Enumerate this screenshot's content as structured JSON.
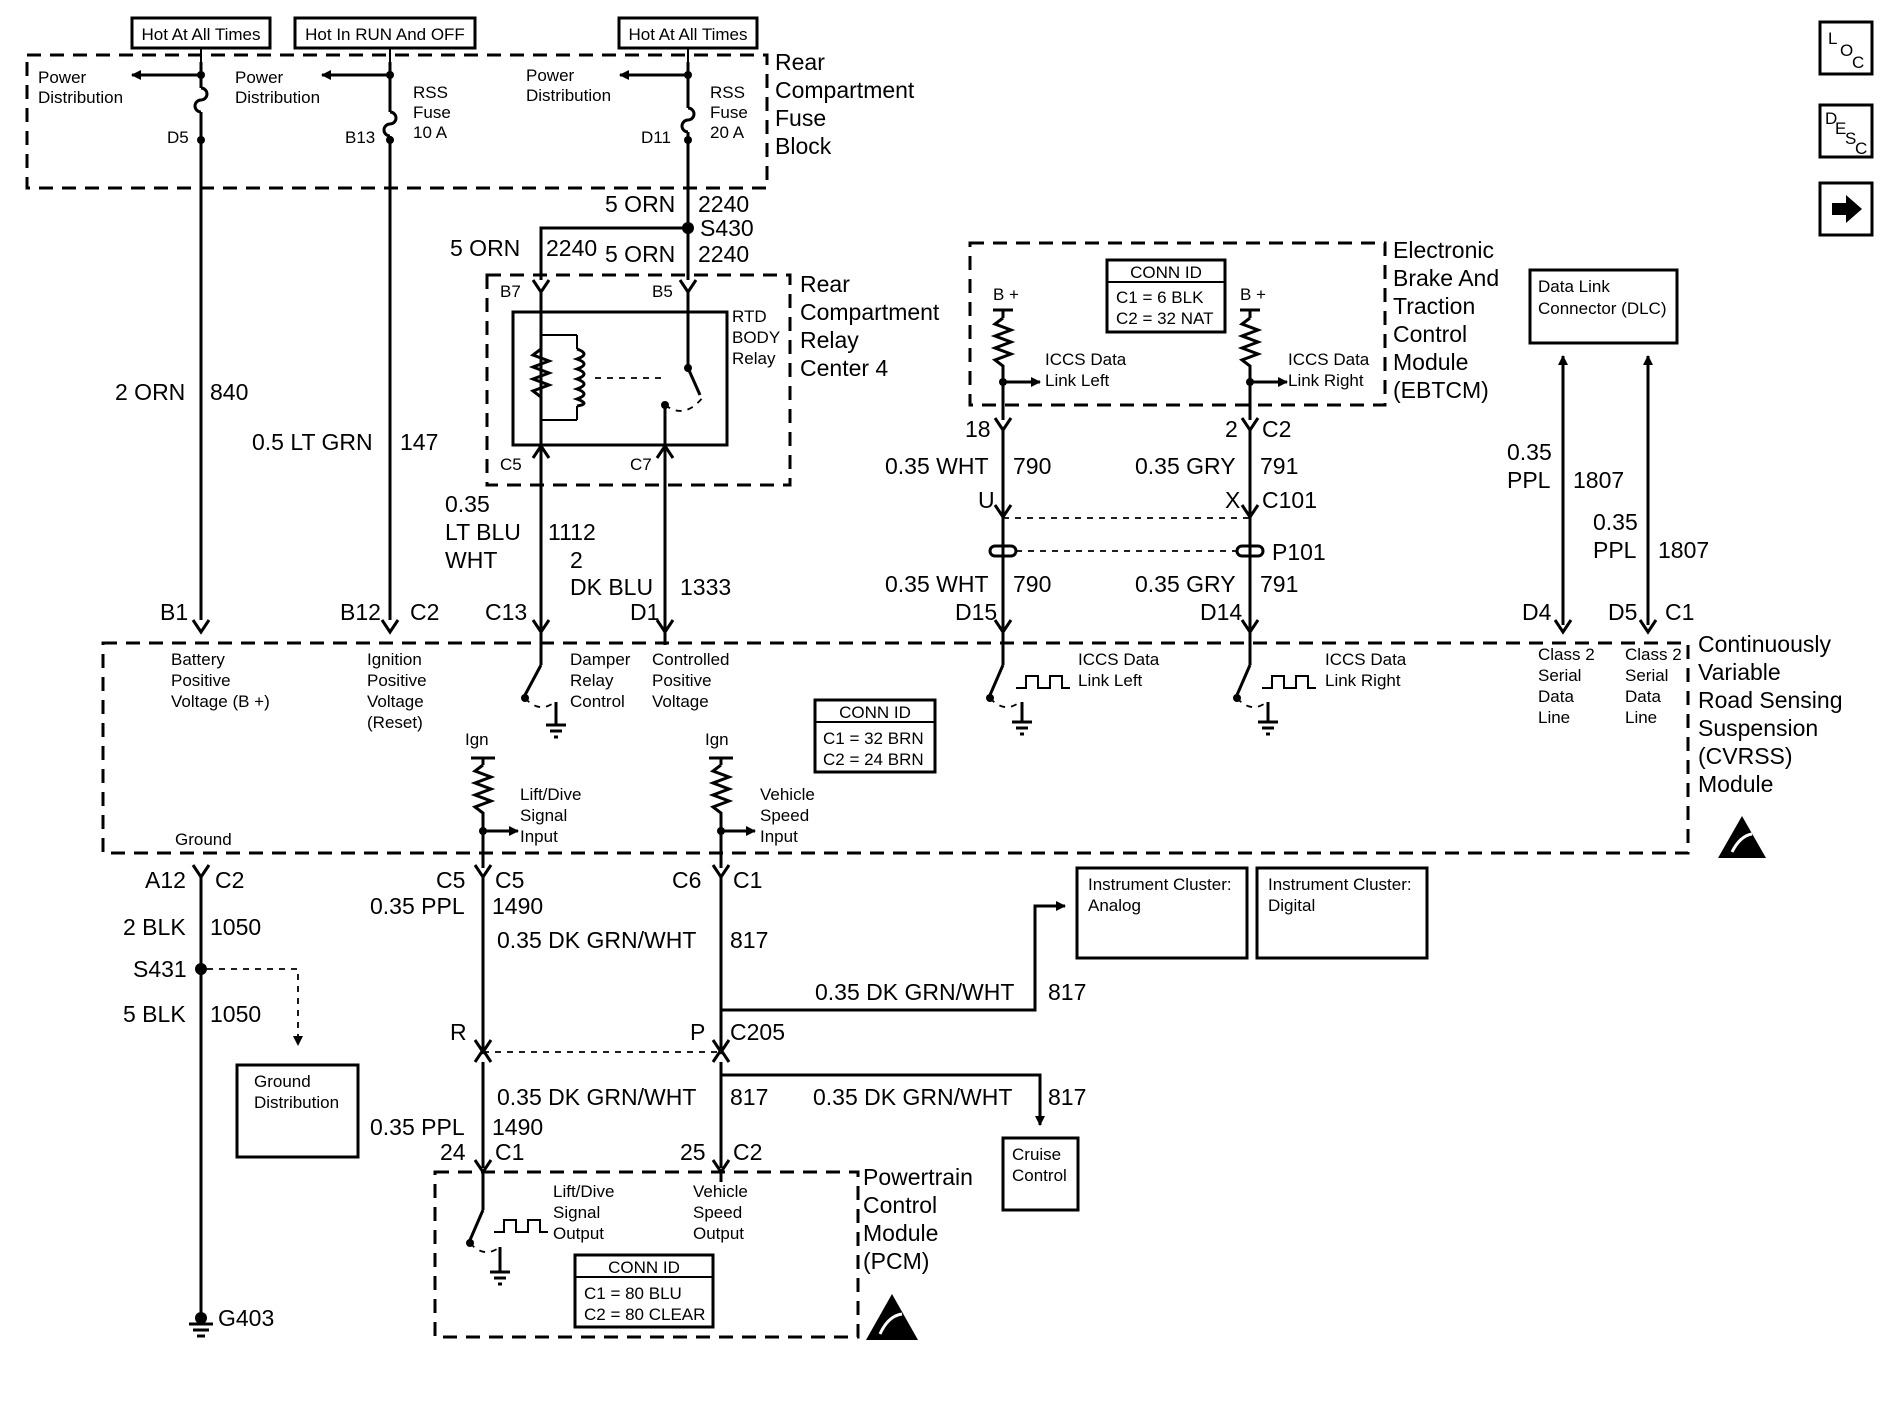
{
  "top_labels": {
    "hot1": "Hot At All Times",
    "hot2": "Hot In RUN And OFF",
    "hot3": "Hot At All Times"
  },
  "fuse_block": {
    "title": [
      "Rear",
      "Compartment",
      "Fuse",
      "Block"
    ],
    "power_dist": [
      "Power",
      "Distribution"
    ],
    "rss_fuse_1": [
      "RSS",
      "Fuse",
      "10 A"
    ],
    "rss_fuse_2": [
      "RSS",
      "Fuse",
      "20 A"
    ],
    "pins": {
      "d5": "D5",
      "b13": "B13",
      "d11": "D11"
    }
  },
  "wires_top": {
    "orn5_a": "5 ORN",
    "c2240_a": "2240",
    "s430": "S430",
    "orn5_b": "5 ORN",
    "c2240_b": "2240",
    "orn5_c": "5 ORN",
    "c2240_c": "2240",
    "orn2": "2 ORN",
    "c840": "840",
    "ltgrn": "0.5 LT GRN",
    "c147": "147"
  },
  "relay_center": {
    "title": [
      "Rear",
      "Compartment",
      "Relay",
      "Center 4"
    ],
    "relay": [
      "RTD",
      "BODY",
      "Relay"
    ],
    "pins": {
      "b7": "B7",
      "b5": "B5",
      "c5": "C5",
      "c7": "C7"
    }
  },
  "relay_wires": {
    "ltblu": [
      "0.35",
      "LT BLU",
      "WHT"
    ],
    "c1112": "1112",
    "dkblu_size": "2",
    "dkblu": "DK BLU",
    "c1333": "1333"
  },
  "ebtcm": {
    "title": [
      "Electronic",
      "Brake And",
      "Traction",
      "Control",
      "Module",
      "(EBTCM)"
    ],
    "conn_id": "CONN ID",
    "conn_c1": "C1 = 6 BLK",
    "conn_c2": "C2 = 32 NAT",
    "bplus": "B +",
    "left_label": [
      "ICCS Data",
      "Link Left"
    ],
    "right_label": [
      "ICCS Data",
      "Link Right"
    ],
    "pin18": "18",
    "pin2": "2",
    "c2": "C2"
  },
  "iccs_wires": {
    "wht_a": "0.35 WHT",
    "c790_a": "790",
    "gry_a": "0.35 GRY",
    "c791_a": "791",
    "u": "U",
    "x": "X",
    "c101": "C101",
    "p101": "P101",
    "wht_b": "0.35 WHT",
    "c790_b": "790",
    "gry_b": "0.35 GRY",
    "c791_b": "791"
  },
  "dlc": {
    "label": [
      "Data Link",
      "Connector (DLC)"
    ],
    "ppl_a": [
      "0.35",
      "PPL"
    ],
    "c1807_a": "1807",
    "ppl_b": [
      "0.35",
      "PPL"
    ],
    "c1807_b": "1807"
  },
  "cvrss": {
    "title": [
      "Continuously",
      "Variable",
      "Road Sensing",
      "Suspension",
      "(CVRSS)",
      "Module"
    ],
    "pins": {
      "b1": "B1",
      "b12": "B12",
      "c2": "C2",
      "c13": "C13",
      "d1": "D1",
      "d15": "D15",
      "d14": "D14",
      "d4": "D4",
      "d5": "D5",
      "c1": "C1"
    },
    "batt": [
      "Battery",
      "Positive",
      "Voltage (B +)"
    ],
    "ign": [
      "Ignition",
      "Positive",
      "Voltage",
      "(Reset)"
    ],
    "damper": [
      "Damper",
      "Relay",
      "Control"
    ],
    "controlled": [
      "Controlled",
      "Positive",
      "Voltage"
    ],
    "iccs_left": [
      "ICCS Data",
      "Link Left"
    ],
    "iccs_right": [
      "ICCS Data",
      "Link Right"
    ],
    "class2_a": [
      "Class 2",
      "Serial",
      "Data",
      "Line"
    ],
    "class2_b": [
      "Class 2",
      "Serial",
      "Data",
      "Line"
    ],
    "conn_id": "CONN ID",
    "conn_c1": "C1 = 32 BRN",
    "conn_c2": "C2 = 24 BRN",
    "ign_a": "Ign",
    "ign_b": "Ign",
    "liftdive": [
      "Lift/Dive",
      "Signal",
      "Input"
    ],
    "vspeed": [
      "Vehicle",
      "Speed",
      "Input"
    ],
    "ground": "Ground",
    "a12": "A12",
    "c2b": "C2",
    "c5": "C5",
    "c6": "C6",
    "c1b": "C1"
  },
  "lower_wires": {
    "blk2": "2 BLK",
    "c1050_a": "1050",
    "s431": "S431",
    "blk5": "5 BLK",
    "c1050_b": "1050",
    "ppl_a": "0.35 PPL",
    "c1490_a": "1490",
    "dkgrn_a": "0.35 DK GRN/WHT",
    "c817_a": "817",
    "dkgrn_b": "0.35 DK GRN/WHT",
    "c817_b": "817",
    "r": "R",
    "p": "P",
    "c205": "C205",
    "dkgrn_c": "0.35 DK GRN/WHT",
    "c817_c": "817",
    "dkgrn_d": "0.35 DK GRN/WHT",
    "c817_d": "817",
    "ppl_b": "0.35 PPL",
    "c1490_b": "1490",
    "pin24": "24",
    "c1": "C1",
    "pin25": "25",
    "c2": "C2",
    "g403": "G403"
  },
  "ground_dist": [
    "Ground",
    "Distribution"
  ],
  "ic_analog": [
    "Instrument Cluster:",
    "Analog"
  ],
  "ic_digital": [
    "Instrument Cluster:",
    "Digital"
  ],
  "cruise": [
    "Cruise",
    "Control"
  ],
  "pcm": {
    "title": [
      "Powertrain",
      "Control",
      "Module",
      "(PCM)"
    ],
    "liftdive": [
      "Lift/Dive",
      "Signal",
      "Output"
    ],
    "vspeed": [
      "Vehicle",
      "Speed",
      "Output"
    ],
    "conn_id": "CONN ID",
    "conn_c1": "C1 = 80 BLU",
    "conn_c2": "C2 = 80 CLEAR"
  },
  "nav": {
    "loc": [
      "L",
      "O",
      "C"
    ],
    "desc": [
      "D",
      "E",
      "S",
      "C"
    ],
    "arrow_icon": "arrow-right-icon"
  }
}
